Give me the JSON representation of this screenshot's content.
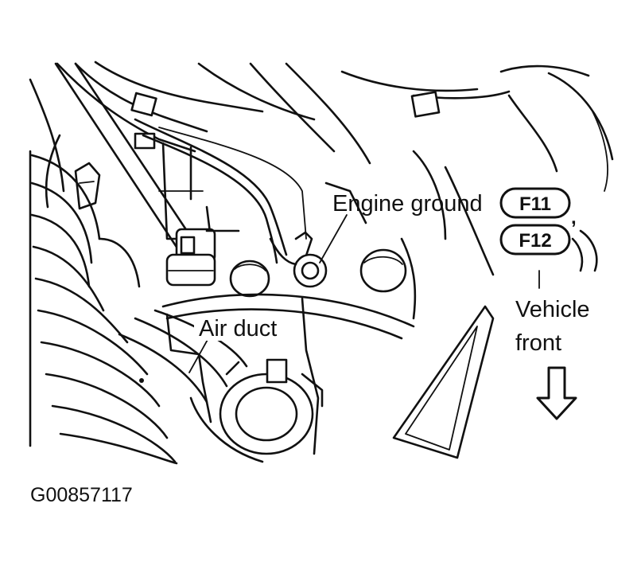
{
  "labels": {
    "engine_ground": "Engine ground",
    "connector_f11": "F11",
    "connector_f12": "F12",
    "connector_separator": ",",
    "vehicle_front_line1": "Vehicle",
    "vehicle_front_line2": "front",
    "air_duct": "Air duct"
  },
  "figure_id": "G00857117",
  "icons": {
    "direction_arrow": "down-arrow-icon"
  },
  "colors": {
    "ink": "#111111",
    "paper": "#ffffff"
  }
}
